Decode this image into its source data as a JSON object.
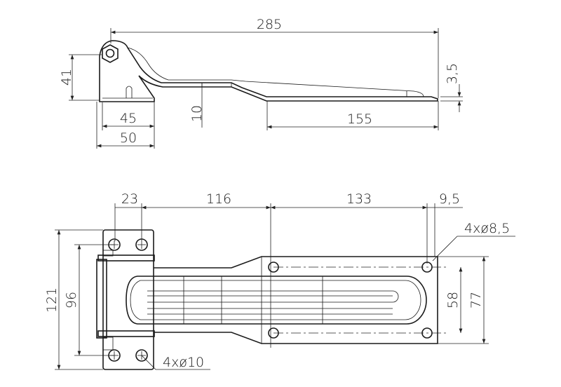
{
  "side_view": {
    "overall_length": "285",
    "height": "41",
    "base_inner": "45",
    "base_outer": "50",
    "offset": "10",
    "plate_length": "155",
    "plate_thickness": "3,5"
  },
  "top_view": {
    "hole_spacing_bracket": "23",
    "bracket_to_plate_hole": "116",
    "plate_hole_spacing": "133",
    "plate_edge_offset": "9,5",
    "plate_holes_note": "4xø8,5",
    "bracket_holes_note": "4xø10",
    "bracket_height": "121",
    "bracket_hole_spacing": "96",
    "plate_hole_vertical_spacing": "58",
    "plate_width": "77"
  }
}
